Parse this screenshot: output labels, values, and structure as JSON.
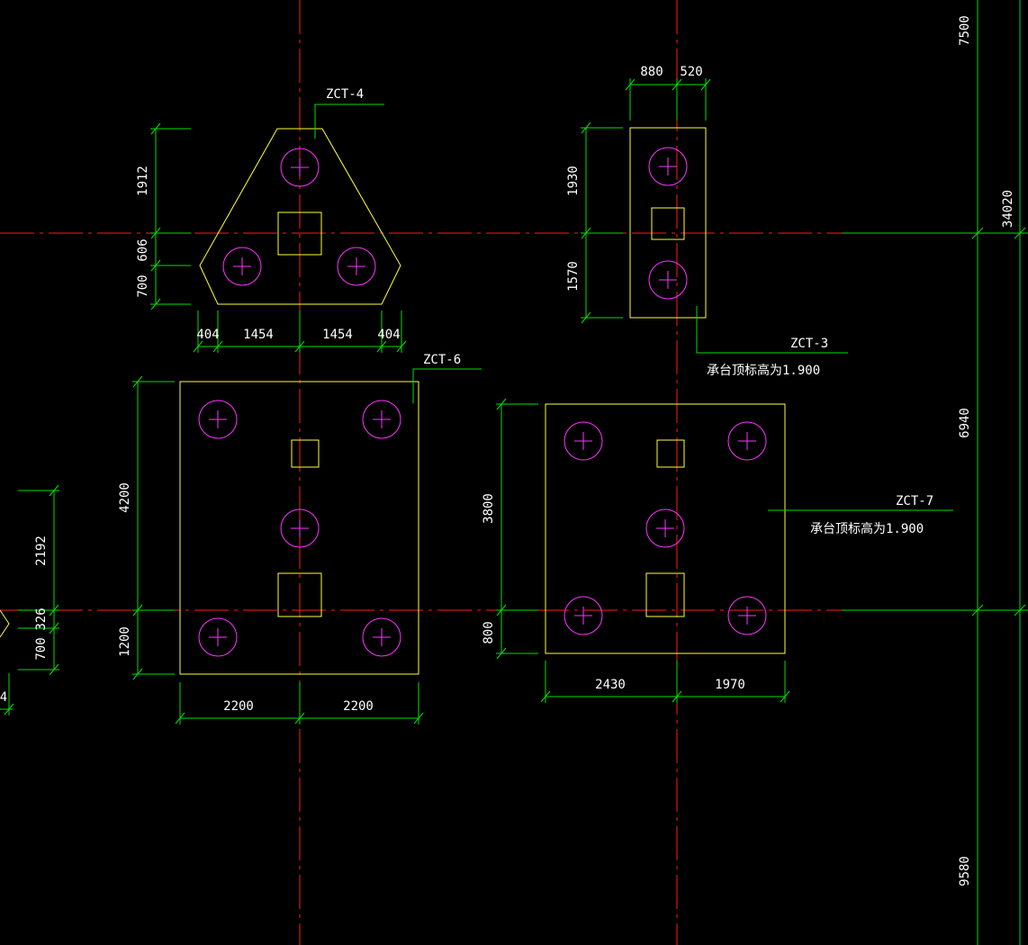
{
  "colors": {
    "background": "#000000",
    "axis": "#ff1a1a",
    "dimension": "#00e000",
    "outline": "#ffff33",
    "pile": "#ff33ff",
    "text": "#ffffff"
  },
  "caps": {
    "zct4": {
      "label": "ZCT-4",
      "dims": {
        "left_upper": "1912",
        "left_mid": "606",
        "left_lower": "700",
        "bottom": [
          "404",
          "1454",
          "1454",
          "404"
        ]
      }
    },
    "zct3": {
      "label": "ZCT-3",
      "note": "承台顶标高为1.900",
      "dims": {
        "top": [
          "880",
          "520"
        ],
        "left_upper": "1930",
        "left_lower": "1570"
      }
    },
    "zct6": {
      "label": "ZCT-6",
      "dims": {
        "left_upper": "4200",
        "left_lower": "1200",
        "bottom": [
          "2200",
          "2200"
        ]
      }
    },
    "zct7": {
      "label": "ZCT-7",
      "note": "承台顶标高为1.900",
      "dims": {
        "left_upper": "3800",
        "left_lower": "800",
        "bottom": [
          "2430",
          "1970"
        ]
      }
    },
    "partial_left": {
      "dims": {
        "upper": "2192",
        "mid": "326",
        "lower": "700",
        "bottom_fragment": "4"
      }
    }
  },
  "right_dims": {
    "top": "7500",
    "total": "34020",
    "mid": "6940",
    "bottom": "9580"
  }
}
